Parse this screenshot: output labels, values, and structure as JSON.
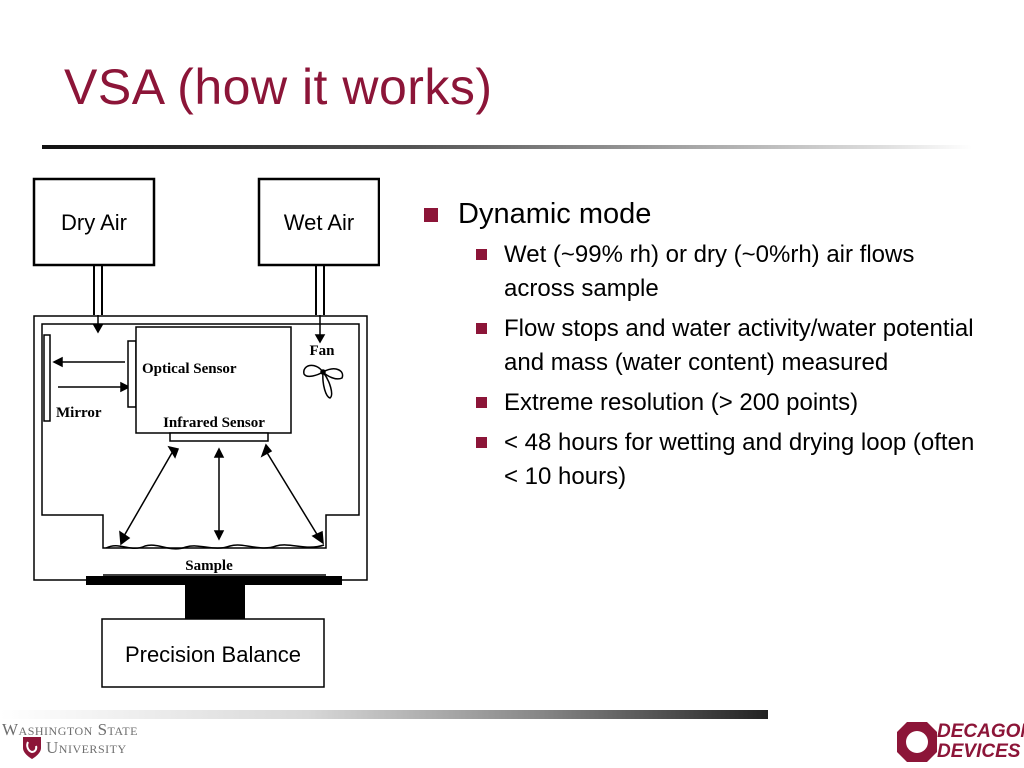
{
  "slide": {
    "title": "VSA (how it works)"
  },
  "diagram": {
    "dry_air": "Dry Air",
    "wet_air": "Wet Air",
    "optical_sensor": "Optical Sensor",
    "infrared_sensor": "Infrared Sensor",
    "fan": "Fan",
    "mirror": "Mirror",
    "sample": "Sample",
    "precision_balance": "Precision Balance"
  },
  "bullets": {
    "main": "Dynamic mode",
    "subs": [
      "Wet (~99% rh) or dry (~0%rh) air flows across sample",
      "Flow stops and water activity/water potential and mass (water content) measured",
      "Extreme resolution (> 200 points)",
      "< 48 hours for wetting and drying loop (often < 10 hours)"
    ]
  },
  "footer": {
    "wsu_line1": "Washington State",
    "wsu_line2": "University",
    "decagon_line1": "DECAGON",
    "decagon_line2": "DEVICES"
  },
  "colors": {
    "accent": "#8c1538"
  }
}
